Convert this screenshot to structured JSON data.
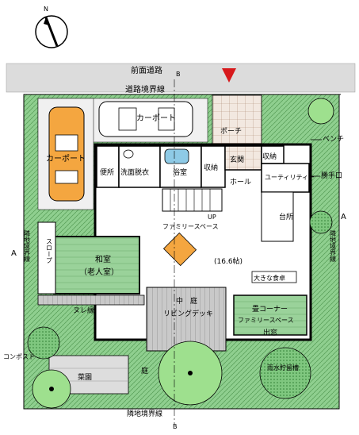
{
  "compass": {
    "north": "N"
  },
  "road": {
    "name": "前面道路",
    "boundary": "道路境界線"
  },
  "labels": {
    "carport_left": "カーポート",
    "carport_right": "カーポート",
    "porch": "ポーチ",
    "bench": "ベンチ",
    "toilet": "便所",
    "washroom": "洗面脱衣",
    "bath": "浴室",
    "storage_1": "収納",
    "entrance": "玄関",
    "storage_2": "収納",
    "hall": "ホール",
    "utility": "ユーティリティー",
    "back_door": "勝手口",
    "kitchen": "台所",
    "up": "UP",
    "family_space": "ファミリースペース",
    "family_area": "(16.6帖)",
    "big_table": "大きな食卓",
    "japanese_room": "和室",
    "japanese_room_sub": "（老人室）",
    "slope": "スロープ",
    "veranda_rail": "ヌレ縁",
    "courtyard": "中　庭",
    "living_deck": "リビングデッキ",
    "tatami_corner": "畳コーナー",
    "tatami_corner_sub": "ファミリースペース",
    "bay_window": "出窓",
    "compost": "コンポスト",
    "vegetable_garden": "菜園",
    "garden": "庭",
    "rain_tank": "雨水貯留槽",
    "neighbor_left": "隣地境界線",
    "neighbor_right": "隣地境界線",
    "neighbor_bottom": "隣地境界線",
    "section_a_left": "A",
    "section_a_right": "A",
    "section_b_top": "B",
    "section_b_bottom": "B"
  },
  "colors": {
    "road": "#dcdcdc",
    "grass": "#7fbf7f",
    "tree_light": "#9ee08e",
    "tree_dark": "#2e7d32",
    "car": "#f4a640",
    "deck": "#bdbdbd",
    "bath": "#8ecae6",
    "arrow": "#d7191c",
    "person_red": "#e53935",
    "person_yellow": "#f9c80e",
    "wall": "#000000",
    "floor": "#ffffff"
  }
}
